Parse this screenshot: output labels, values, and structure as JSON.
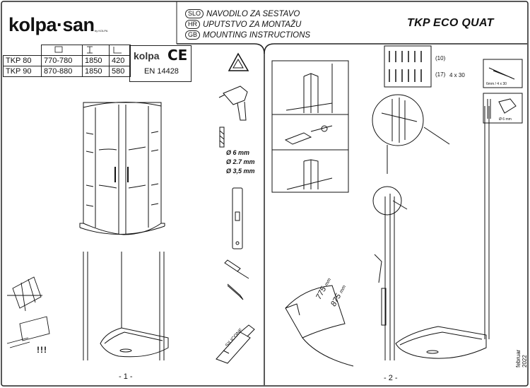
{
  "header": {
    "brand": "kolpa·san",
    "brand_sub": "by KOLPA",
    "instructions": [
      {
        "code": "SLO",
        "text": "NAVODILO ZA SESTAVO"
      },
      {
        "code": "HR",
        "text": "UPUTSTVO ZA MONTAŽU"
      },
      {
        "code": "GB",
        "text": "MOUNTING INSTRUCTIONS"
      }
    ],
    "product_title": "TKP ECO  QUAT"
  },
  "spec_table": {
    "rows": [
      [
        "TKP 80",
        "770-780",
        "1850",
        "420"
      ],
      [
        "TKP 90",
        "870-880",
        "1850",
        "580"
      ]
    ]
  },
  "certification": {
    "brand": "kolpa",
    "mark": "CE",
    "standard": "EN 14428"
  },
  "tools": {
    "drill_sizes": [
      "Ø 6 mm",
      "Ø 2.7 mm",
      "Ø 3,5 mm"
    ],
    "silicone_label": "SILICONE"
  },
  "page2": {
    "screw_count_1": "(10)",
    "screw_count_2": "(17)",
    "screw_size": "4 x 30",
    "anchor_label": "6mm / 4 x 30",
    "drill_label": "Ø 6 mm",
    "dim_1": "775",
    "dim_2": "875",
    "dim_unit": "mm",
    "date": "februar 2022"
  },
  "pages": [
    "- 1 -",
    "- 2 -"
  ],
  "warning": "!!!"
}
